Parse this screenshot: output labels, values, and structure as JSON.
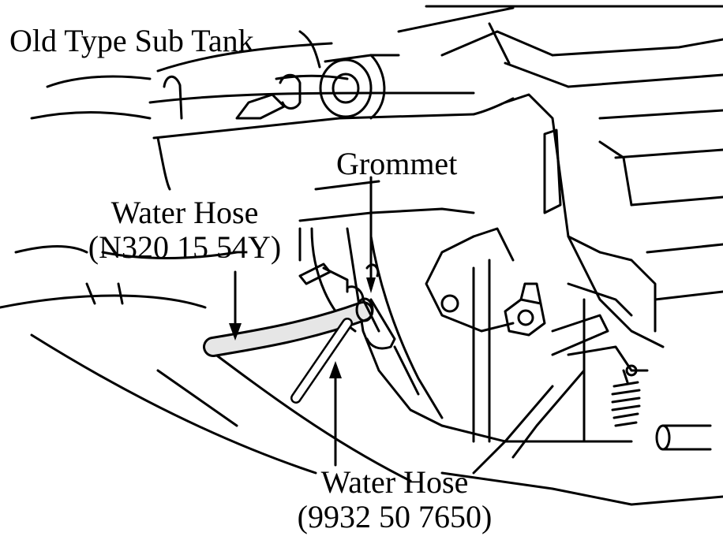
{
  "labels": {
    "old_sub_tank": "Old Type Sub Tank",
    "grommet": "Grommet",
    "water_hose_1": {
      "name": "Water Hose",
      "part": "(N320 15 54Y)"
    },
    "water_hose_2": {
      "name": "Water Hose",
      "part": "(9932 50 7650)"
    }
  },
  "colors": {
    "ink": "#000000",
    "paper": "#ffffff",
    "hose_shade": "#e6e6e6"
  }
}
